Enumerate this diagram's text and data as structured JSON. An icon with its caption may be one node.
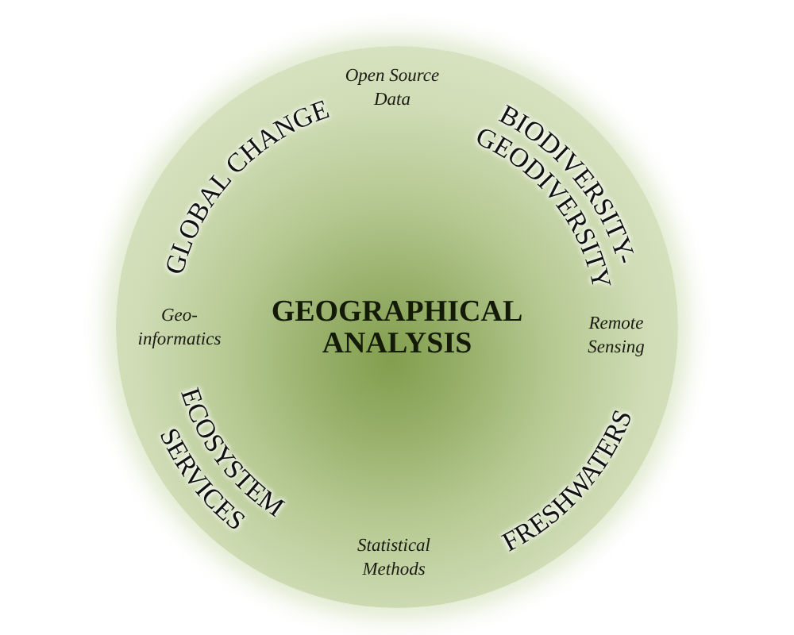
{
  "diagram": {
    "nodes": [
      {
        "text": [
          "Open Source Data",
          "GLOBAL CHANGE",
          "BIODIVERSITY- GEODIVERSITY",
          "Geo- informatics",
          "GEOGRAPHICAL ANALYSIS",
          "Remote Sensing",
          "ECOSYSTEM SERVICES",
          "FRESHWATERS",
          "Statistical Methods"
        ]
      }
    ]
  }
}
